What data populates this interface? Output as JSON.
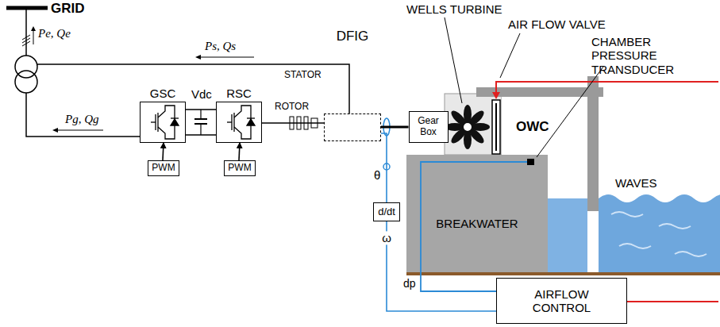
{
  "diagram": {
    "nodes": [
      {
        "text": [
          "GSC"
        ]
      },
      {
        "text": [
          "PWM"
        ]
      },
      {
        "text": [
          "RSC"
        ]
      },
      {
        "text": [
          "PWM"
        ]
      },
      {
        "text": [
          "DFIG"
        ]
      },
      {
        "text": [
          "Gear Box"
        ]
      },
      {
        "text": [
          "d/dt"
        ]
      },
      {
        "text": [
          "AIRFLOW CONTROL"
        ]
      },
      {
        "text": [
          "BREAKWATER"
        ]
      }
    ],
    "edges": [
      {
        "from": 1,
        "to": 0,
        "arrow": "to"
      },
      {
        "from": 3,
        "to": 2,
        "arrow": "to"
      },
      {
        "from": 0,
        "to": 2,
        "arrow": "none"
      },
      {
        "from": 2,
        "to": 4,
        "arrow": "none"
      },
      {
        "from": 4,
        "to": 5,
        "arrow": "none"
      },
      {
        "from": 4,
        "to": 6,
        "arrow": "none"
      },
      {
        "from": 6,
        "to": 7,
        "arrow": "none",
        "label": "ω"
      }
    ],
    "labels": [
      "GRID",
      "Pe, Qe",
      "Ps, Qs",
      "Pg, Qg",
      "STATOR",
      "Vdc",
      "ROTOR",
      "WELLS TURBINE",
      "AIR FLOW VALVE",
      "CHAMBER PRESSURE TRANSDUCER",
      "OWC",
      "WAVES",
      "θ",
      "dp"
    ]
  }
}
